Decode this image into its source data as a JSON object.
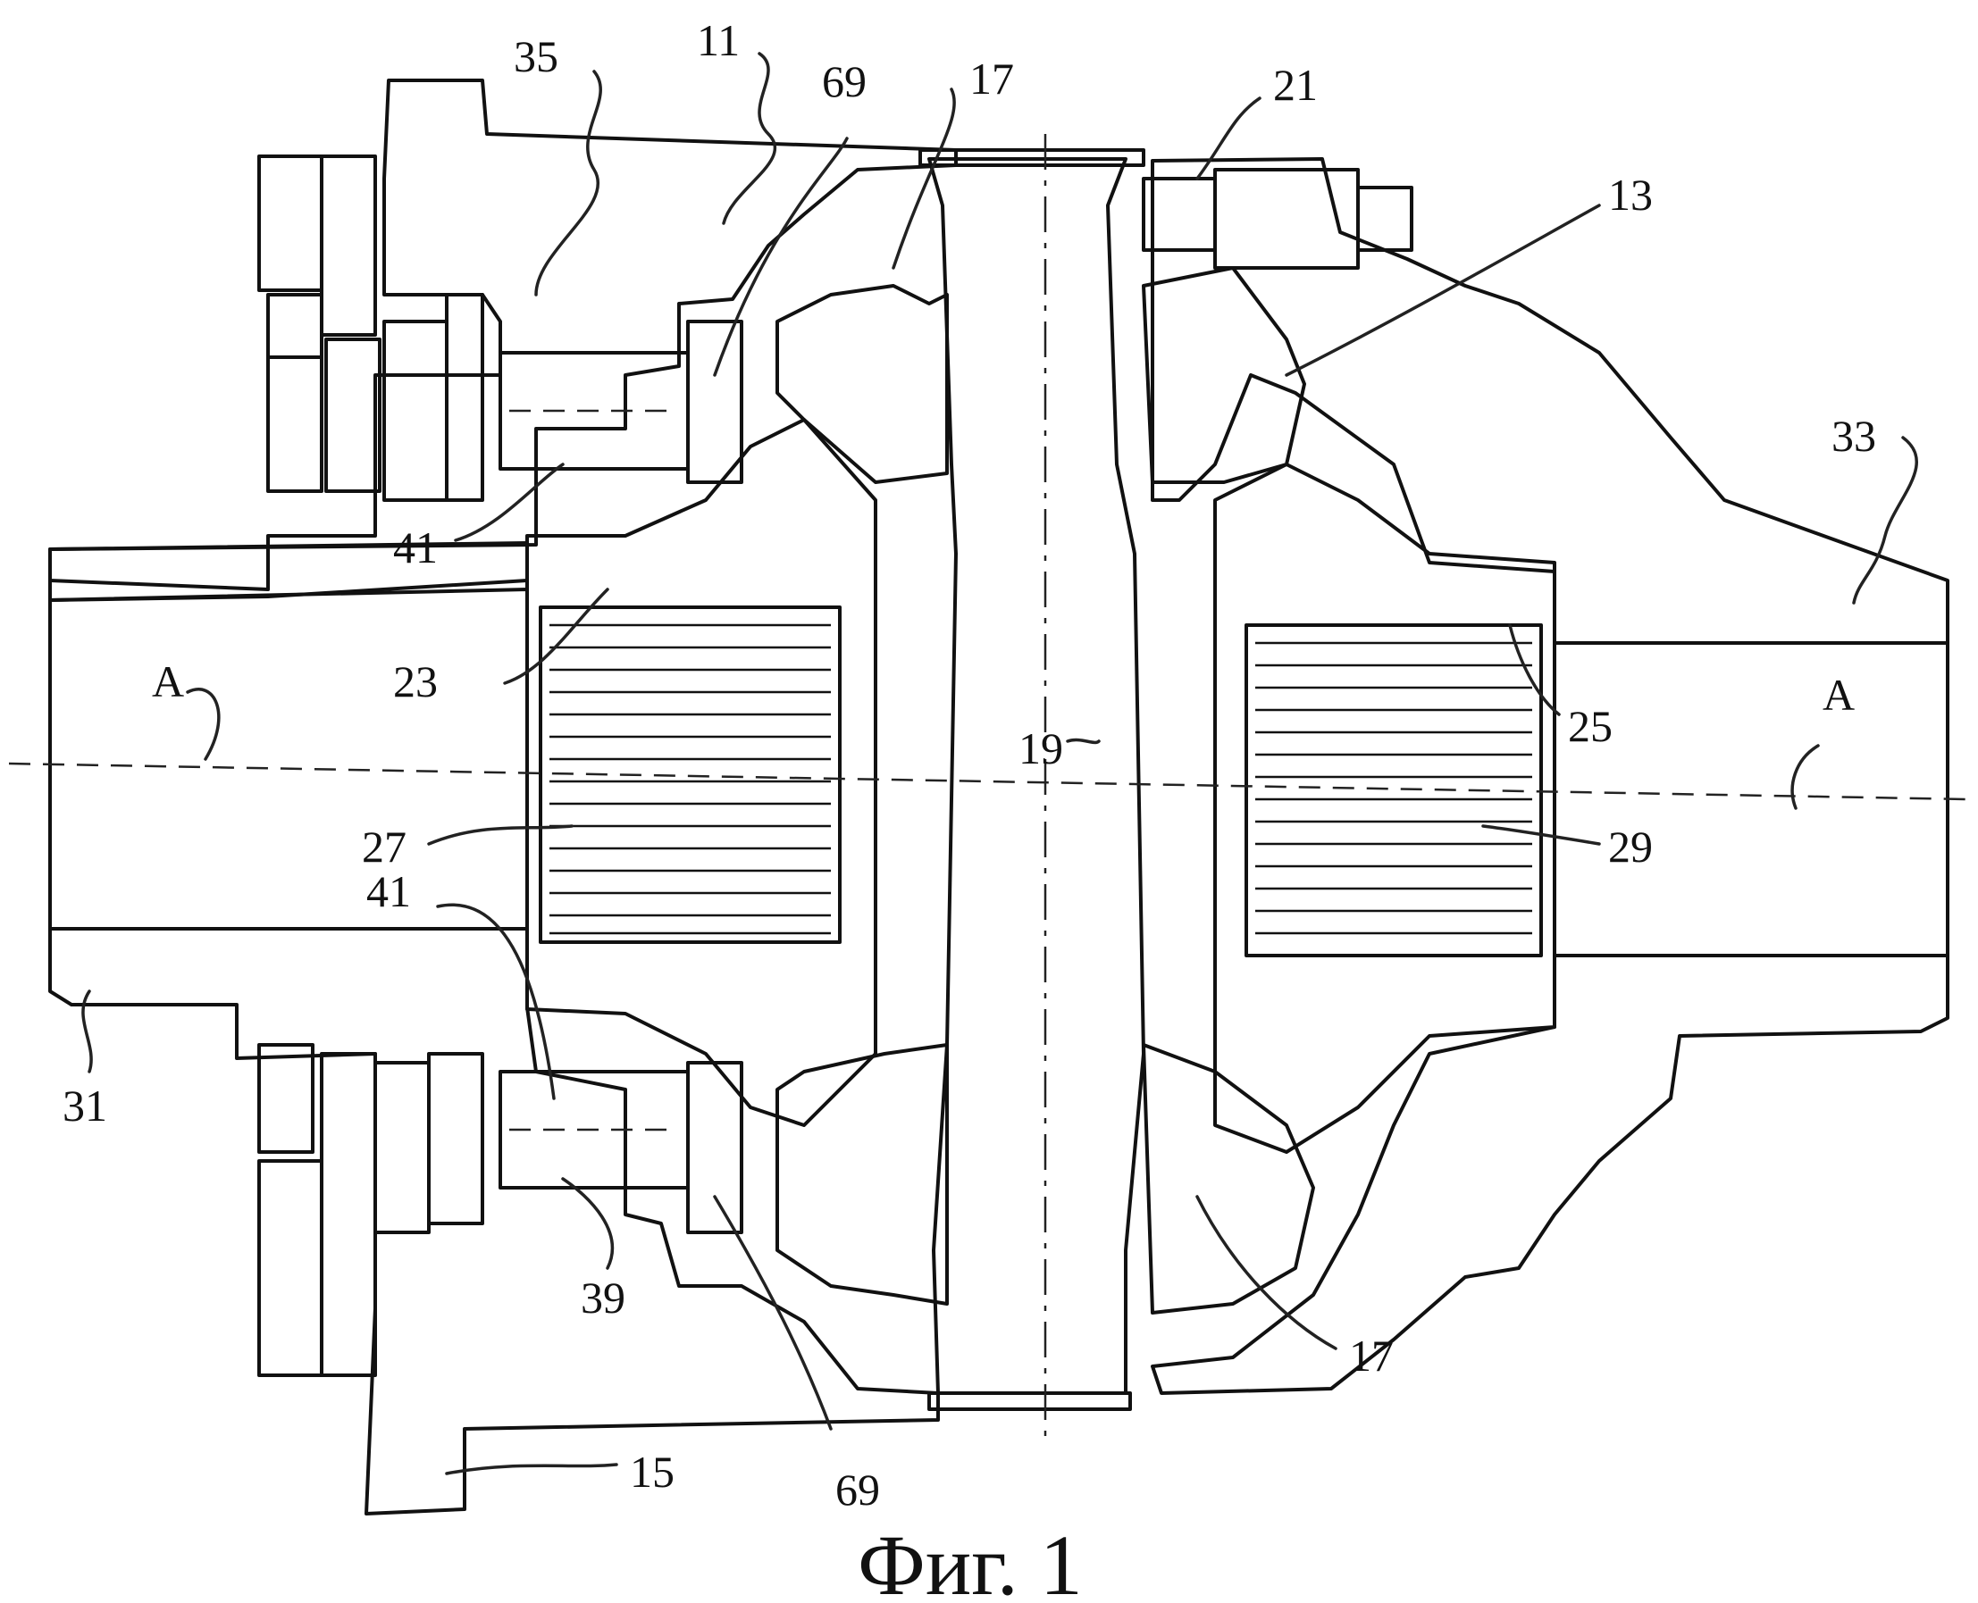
{
  "figure": {
    "caption": "Фиг. 1",
    "colors": {
      "ink": "#111111",
      "paper": "#ffffff"
    }
  },
  "labels": [
    {
      "id": "35",
      "text": "35"
    },
    {
      "id": "11",
      "text": "11"
    },
    {
      "id": "69-top",
      "text": "69"
    },
    {
      "id": "17-top",
      "text": "17"
    },
    {
      "id": "21",
      "text": "21"
    },
    {
      "id": "13",
      "text": "13"
    },
    {
      "id": "33",
      "text": "33"
    },
    {
      "id": "41-top",
      "text": "41"
    },
    {
      "id": "23",
      "text": "23"
    },
    {
      "id": "A-left",
      "text": "A"
    },
    {
      "id": "19",
      "text": "19"
    },
    {
      "id": "25",
      "text": "25"
    },
    {
      "id": "A-right",
      "text": "A"
    },
    {
      "id": "27",
      "text": "27"
    },
    {
      "id": "29",
      "text": "29"
    },
    {
      "id": "41-bot",
      "text": "41"
    },
    {
      "id": "31",
      "text": "31"
    },
    {
      "id": "39",
      "text": "39"
    },
    {
      "id": "17-bot",
      "text": "17"
    },
    {
      "id": "15",
      "text": "15"
    },
    {
      "id": "69-bot",
      "text": "69"
    }
  ]
}
